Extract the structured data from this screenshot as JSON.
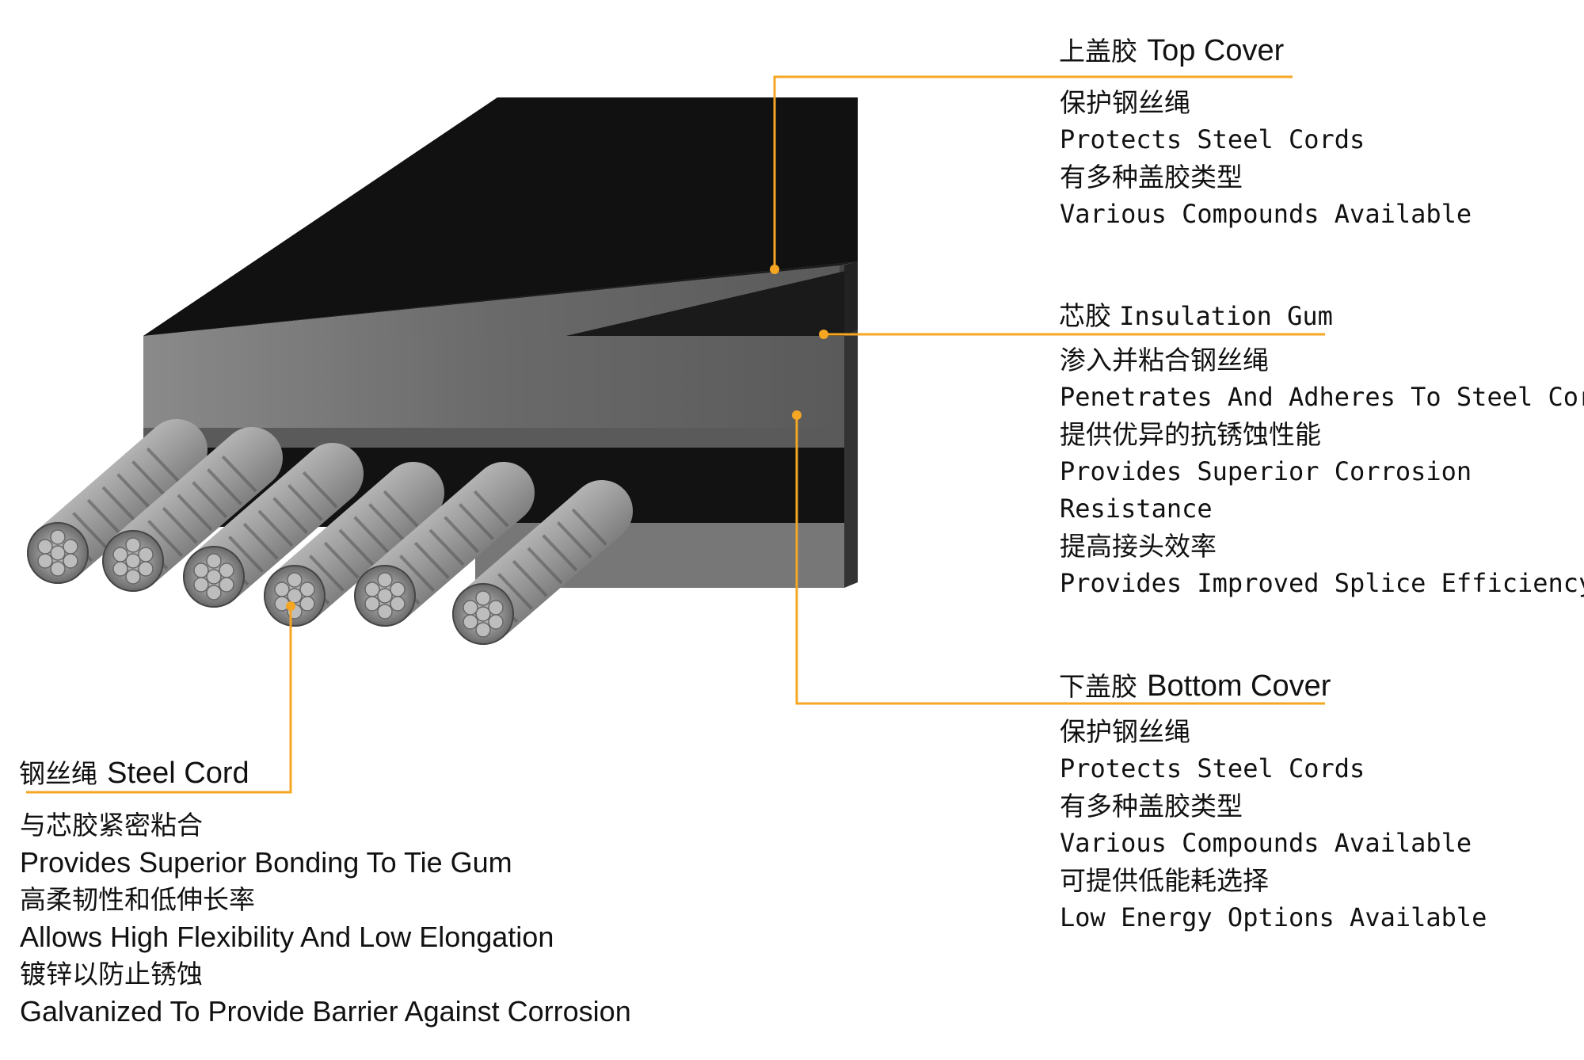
{
  "diagram": {
    "subject": "Steel cord conveyor belt cross-section",
    "accent_color": "#F5A623",
    "layers": [
      {
        "id": "top_cover",
        "color": "#111111"
      },
      {
        "id": "insulation_gum",
        "color": "#1a1a1a"
      },
      {
        "id": "bottom_cover",
        "color": "#6b6b6b"
      }
    ],
    "steel_cord_count": 6
  },
  "callouts": {
    "top_cover": {
      "title_cn": "上盖胶",
      "title_en": "Top Cover",
      "lines": [
        "保护钢丝绳",
        "Protects Steel Cords",
        "有多种盖胶类型",
        "Various Compounds Available"
      ]
    },
    "insulation_gum": {
      "title_cn": "芯胶",
      "title_en": "Insulation Gum",
      "lines": [
        "渗入并粘合钢丝绳",
        "Penetrates And Adheres To Steel Cords",
        "提供优异的抗锈蚀性能",
        "Provides Superior Corrosion",
        "Resistance",
        "提高接头效率",
        "Provides Improved Splice Efficiency"
      ]
    },
    "bottom_cover": {
      "title_cn": "下盖胶",
      "title_en": "Bottom Cover",
      "lines": [
        "保护钢丝绳",
        "Protects Steel Cords",
        "有多种盖胶类型",
        "Various Compounds Available",
        "可提供低能耗选择",
        "Low Energy Options Available"
      ]
    },
    "steel_cord": {
      "title_cn": "钢丝绳",
      "title_en": "Steel Cord",
      "lines": [
        "与芯胶紧密粘合",
        "Provides Superior Bonding To Tie Gum",
        "高柔韧性和低伸长率",
        "Allows High Flexibility And Low Elongation",
        "镀锌以防止锈蚀",
        "Galvanized To Provide Barrier Against Corrosion"
      ]
    }
  }
}
